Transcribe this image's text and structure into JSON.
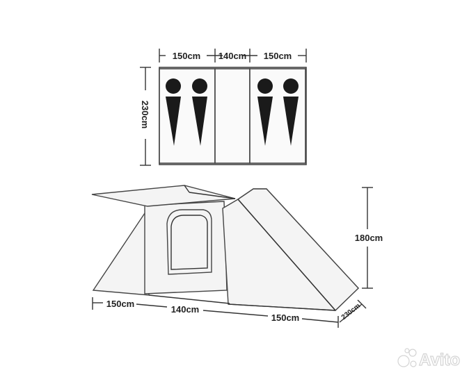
{
  "floor_plan": {
    "widths": [
      "150cm",
      "140cm",
      "150cm"
    ],
    "depth": "230cm"
  },
  "tent_side": {
    "widths": [
      "150cm",
      "140cm",
      "150cm"
    ],
    "height": "180cm",
    "depth": "230cm"
  },
  "colors": {
    "line": "#333333",
    "figure": "#1a1a1a",
    "panel": "#f4f4f4"
  },
  "watermark": {
    "text": "Avito",
    "icon": "avito-dots-icon"
  }
}
